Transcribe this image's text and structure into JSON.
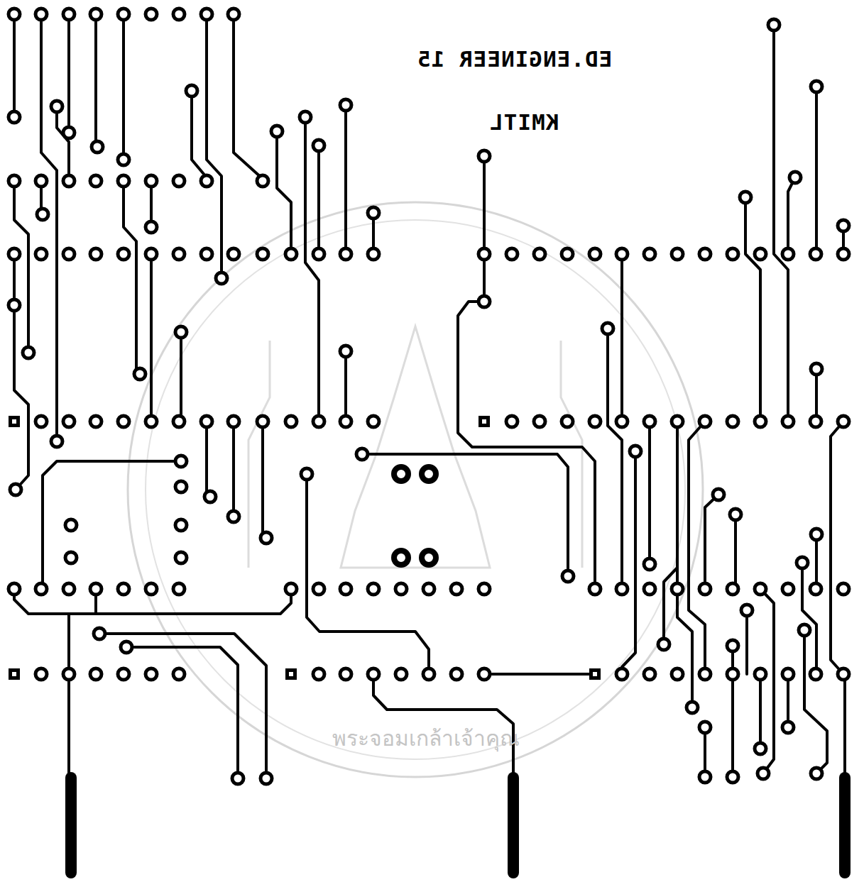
{
  "diagram": {
    "labels": [
      "ED.ENGINEER 15",
      "KMITL",
      "พระจอมเกล้าเจ้าคุณ"
    ]
  }
}
